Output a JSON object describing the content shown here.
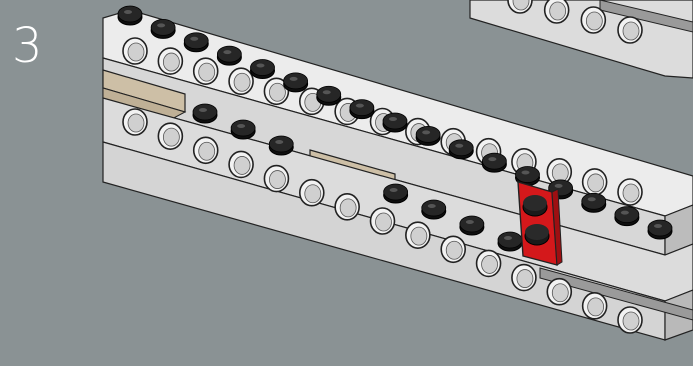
{
  "instruction_step": {
    "step_number": "3"
  },
  "colors": {
    "background": "#8a9294",
    "brick_face": "#d9d9d9",
    "brick_top": "#ececec",
    "brick_shadow": "#b9b9b9",
    "stud": "#161616",
    "tan_plate": "#cdbfa6",
    "red_plate": "#d4181b",
    "gap_plate": "#9a9a9a"
  },
  "icons": [
    "technic-beam-illustration",
    "red-plate-highlight"
  ]
}
